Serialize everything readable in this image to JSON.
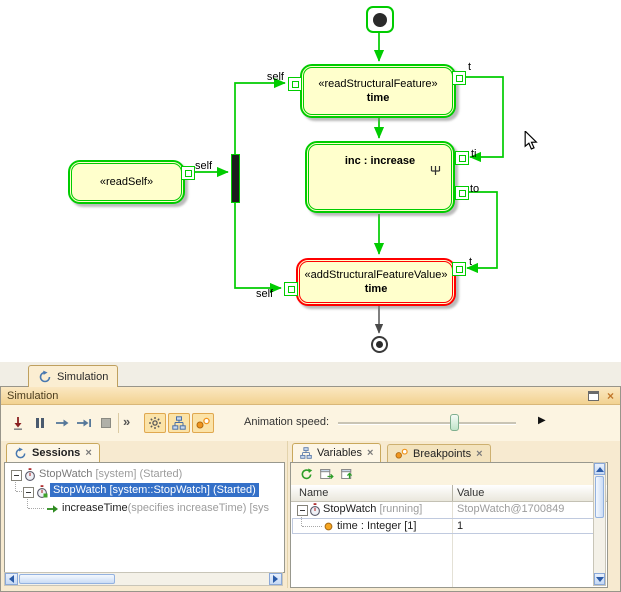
{
  "diagram": {
    "nodes": {
      "read_structural_feature": {
        "stereotype": "«readStructuralFeature»",
        "name": "time"
      },
      "increase": {
        "name": "inc : increase"
      },
      "add_structural_feature_value": {
        "stereotype": "«addStructuralFeatureValue»",
        "name": "time"
      },
      "read_self": {
        "stereotype": "«readSelf»"
      }
    },
    "pins": {
      "read_self_out": "self",
      "time_in": "self",
      "time_out": "t",
      "increase_in": "ti",
      "increase_out": "to",
      "add_self": "self",
      "add_t": "t"
    }
  },
  "panel": {
    "tab_label": "Simulation",
    "title": "Simulation",
    "close_glyph": "×",
    "toolbar": {
      "overflow_glyph": "»",
      "animation_speed_label": "Animation speed:",
      "play_glyph": "▶"
    },
    "sessions": {
      "tab_label": "Sessions",
      "rows": [
        {
          "text": "StopWatch",
          "suffix": " [system] (Started)"
        },
        {
          "text": "StopWatch [system::StopWatch] (Started)",
          "suffix": ""
        },
        {
          "text": "increaseTime",
          "suffix": "(specifies increaseTime) [sys"
        }
      ]
    },
    "right": {
      "variables_tab": "Variables",
      "breakpoints_tab": "Breakpoints",
      "columns": {
        "name": "Name",
        "value": "Value"
      },
      "rows": [
        {
          "name": "StopWatch",
          "name_suffix": " [running]",
          "value": "StopWatch@1700849"
        },
        {
          "name": "time : Integer [1]",
          "name_suffix": "",
          "value": "1"
        }
      ]
    }
  },
  "colors": {
    "active_green": "#00CC00",
    "current_red": "#FF0000",
    "node_fill": "#FFFFCC",
    "selection_blue": "#3470C8"
  }
}
